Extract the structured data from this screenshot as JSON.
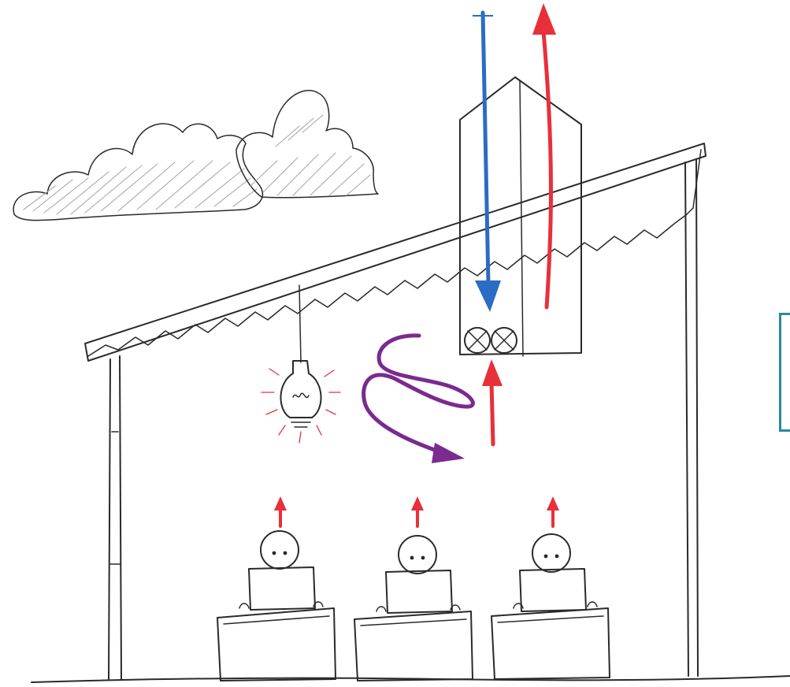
{
  "diagram": {
    "subject": "ventilation-unit-over-occupied-room",
    "colors": {
      "supply_air": "#2b6cc4",
      "exhaust_air": "#e8303a",
      "recirculation": "#7b2a8e",
      "callout_border": "#2a8a9a",
      "ink": "#2a2a2a",
      "cloud_hatch": "#a8a8a8"
    },
    "icons": [
      "cloud-icon",
      "light-bulb-icon",
      "fan-icon",
      "person-icon",
      "desk-icon"
    ],
    "occupant_count": 3,
    "fan_count": 2
  }
}
